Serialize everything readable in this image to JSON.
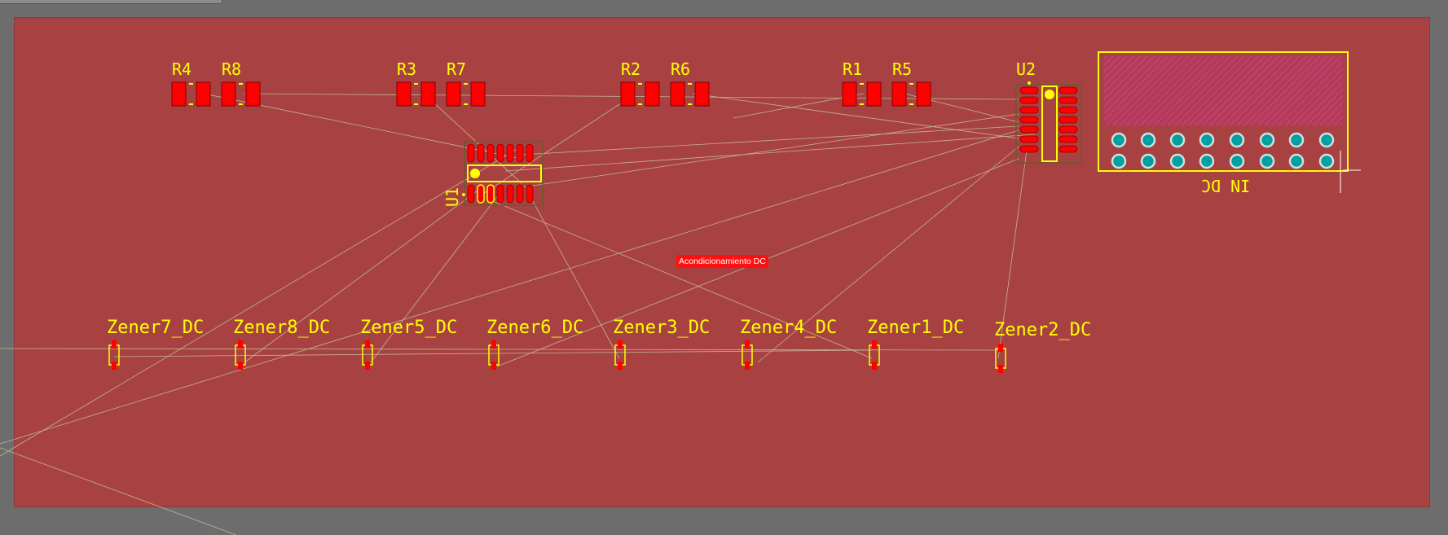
{
  "board": {
    "net_label": "Acondicionamiento DC"
  },
  "components": {
    "resistors": [
      "R4",
      "R8",
      "R3",
      "R7",
      "R2",
      "R6",
      "R1",
      "R5"
    ],
    "ics": [
      "U1",
      "U2"
    ],
    "zeners": [
      "Zener7_DC",
      "Zener8_DC",
      "Zener5_DC",
      "Zener6_DC",
      "Zener3_DC",
      "Zener4_DC",
      "Zener1_DC",
      "Zener2_DC"
    ],
    "connector": "IN DC"
  },
  "colors": {
    "background": "#6d6d6d",
    "board": "#a84242",
    "pad": "#ff0000",
    "silkscreen": "#ffff00",
    "ratsnest": "#c8c8a0",
    "through_hole": "#00a0a0",
    "net_label_bg": "#ff1010"
  }
}
